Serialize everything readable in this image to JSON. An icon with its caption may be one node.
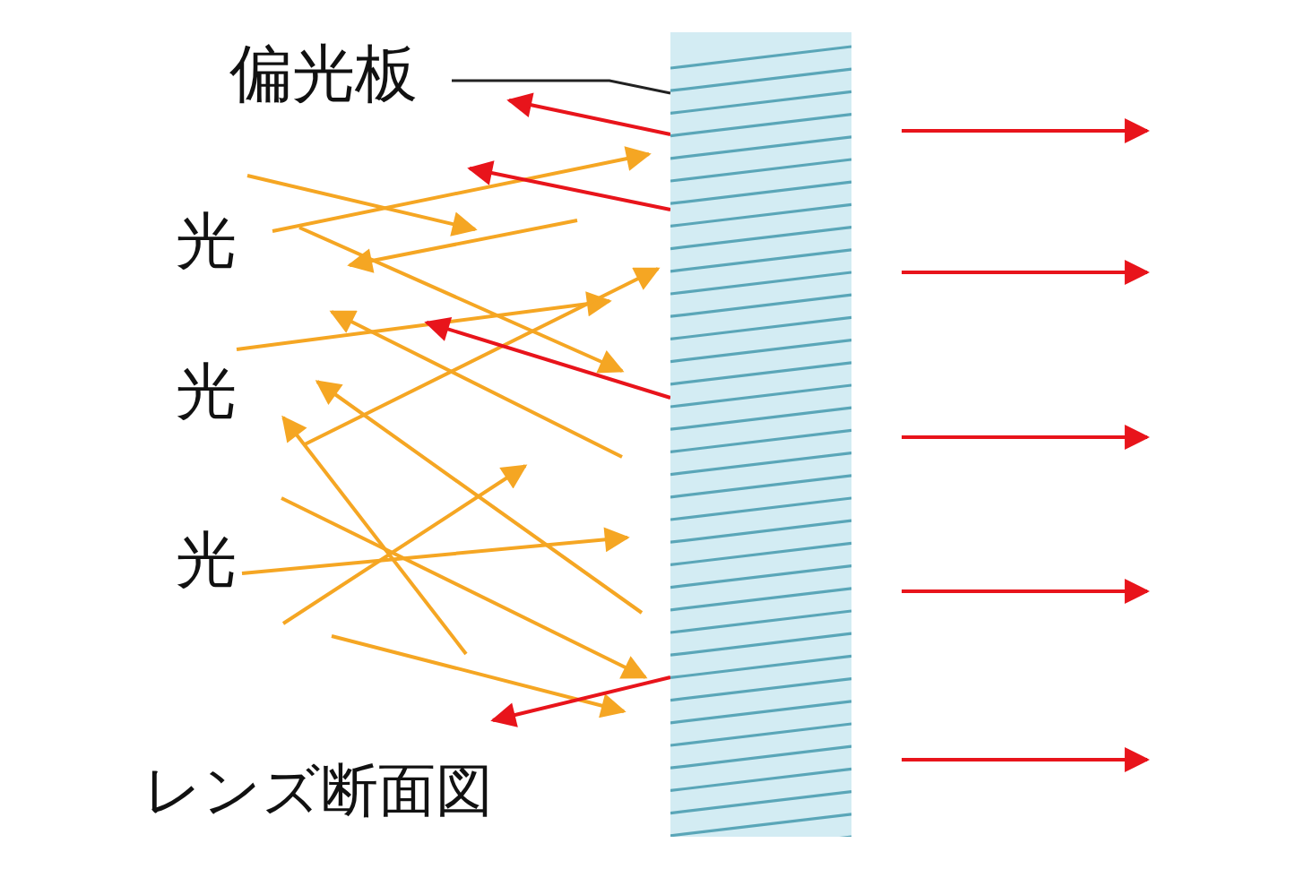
{
  "diagram": {
    "nodes": [
      {
        "text": [
          "偏光板"
        ]
      },
      {
        "text": [],
        "shape": "box"
      }
    ],
    "edges": [
      {
        "from": 0,
        "to": 1,
        "arrow": "none",
        "color": "#222222"
      },
      {
        "from": 1,
        "to": null,
        "arrow": "to",
        "color": "#e8141b"
      },
      {
        "from": 1,
        "to": null,
        "arrow": "to",
        "color": "#e8141b"
      },
      {
        "from": 1,
        "to": null,
        "arrow": "to",
        "color": "#e8141b"
      },
      {
        "from": 1,
        "to": null,
        "arrow": "to",
        "color": "#e8141b"
      }
    ],
    "labels": [
      "光",
      "光",
      "光",
      "レンズ断面図"
    ]
  }
}
